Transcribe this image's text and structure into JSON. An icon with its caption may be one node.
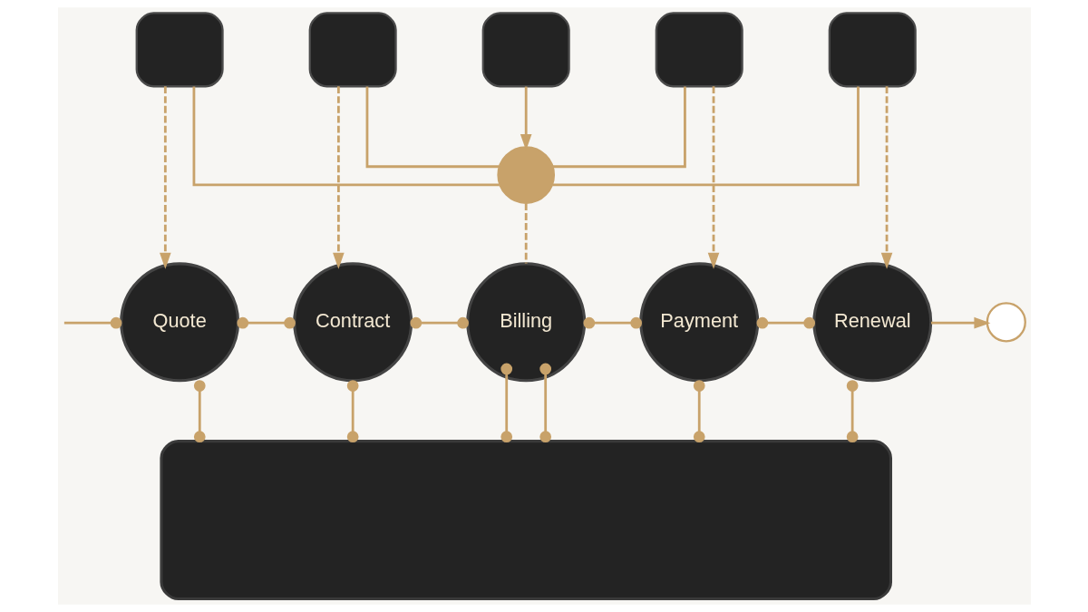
{
  "diagram": {
    "nodes": [
      {
        "text": [],
        "shape": "box"
      },
      {
        "text": [],
        "shape": "box"
      },
      {
        "text": [],
        "shape": "box"
      },
      {
        "text": [],
        "shape": "box"
      },
      {
        "text": [],
        "shape": "box"
      },
      {
        "text": [],
        "shape": "circle"
      },
      {
        "text": [
          "Quote"
        ]
      },
      {
        "text": [
          "Contract"
        ]
      },
      {
        "text": [
          "Billing"
        ]
      },
      {
        "text": [
          "Payment"
        ]
      },
      {
        "text": [
          "Renewal"
        ]
      },
      {
        "text": [],
        "shape": "circle"
      },
      {
        "text": [],
        "shape": "box"
      }
    ],
    "edges": [
      {
        "from": 0,
        "to": 6,
        "arrow": "to",
        "style": "dashed"
      },
      {
        "from": 1,
        "to": 7,
        "arrow": "to",
        "style": "dashed"
      },
      {
        "from": 2,
        "to": 5,
        "arrow": "to"
      },
      {
        "from": 5,
        "to": 8,
        "arrow": "none",
        "style": "dashed"
      },
      {
        "from": 3,
        "to": 9,
        "arrow": "to",
        "style": "dashed"
      },
      {
        "from": 4,
        "to": 10,
        "arrow": "to",
        "style": "dashed"
      },
      {
        "from": 5,
        "to": 0,
        "arrow": "none"
      },
      {
        "from": 5,
        "to": 1,
        "arrow": "none"
      },
      {
        "from": 5,
        "to": 3,
        "arrow": "none"
      },
      {
        "from": 5,
        "to": 4,
        "arrow": "none"
      },
      {
        "from": null,
        "to": 6,
        "arrow": "other"
      },
      {
        "from": 6,
        "to": 7,
        "arrow": "other"
      },
      {
        "from": 7,
        "to": 8,
        "arrow": "other"
      },
      {
        "from": 8,
        "to": 9,
        "arrow": "other"
      },
      {
        "from": 9,
        "to": 10,
        "arrow": "other"
      },
      {
        "from": 10,
        "to": 11,
        "arrow": "to"
      },
      {
        "from": 6,
        "to": 12,
        "arrow": "other"
      },
      {
        "from": 7,
        "to": 12,
        "arrow": "other"
      },
      {
        "from": 8,
        "to": 12,
        "arrow": "other"
      },
      {
        "from": 8,
        "to": 12,
        "arrow": "other"
      },
      {
        "from": 9,
        "to": 12,
        "arrow": "other"
      },
      {
        "from": 10,
        "to": 12,
        "arrow": "other"
      }
    ]
  }
}
